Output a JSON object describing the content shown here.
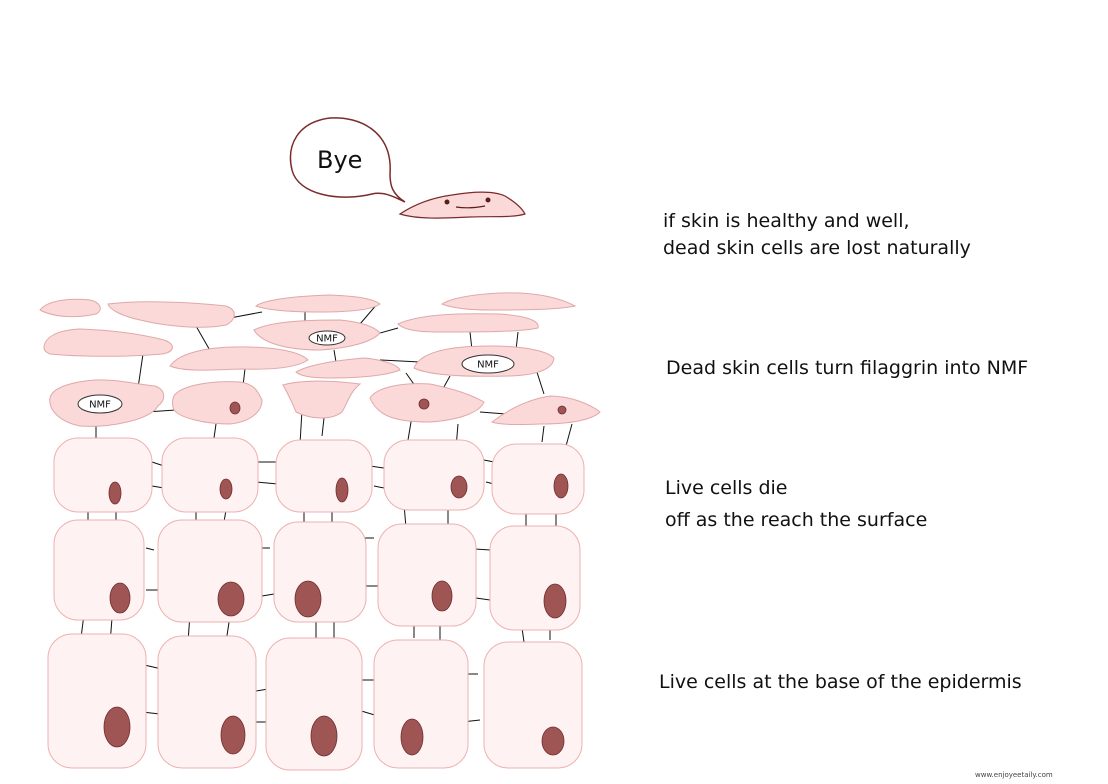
{
  "speech_bubble": {
    "text": "Bye"
  },
  "labels": {
    "shedding_line1": "if skin is healthy and well,",
    "shedding_line2": "dead skin cells are lost naturally",
    "nmf": "Dead skin cells turn filaggrin into NMF",
    "die_line1": "Live cells die",
    "die_line2": "off as the reach the surface",
    "base": "Live cells at the base of the epidermis"
  },
  "nmf_tags": [
    "NMF",
    "NMF",
    "NMF"
  ],
  "watermark": "www.enjoyeetaily.com",
  "colors": {
    "flat_cell_fill": "#fbd9d9",
    "flat_cell_stroke": "#e0a8a8",
    "live_cell_fill": "#fff2f2",
    "live_cell_stroke": "#eeb0b0",
    "nucleus": "#a05555",
    "nucleus_stroke": "#6e2e2e",
    "bubble_stroke": "#7a2b2b",
    "connector": "#111111"
  }
}
